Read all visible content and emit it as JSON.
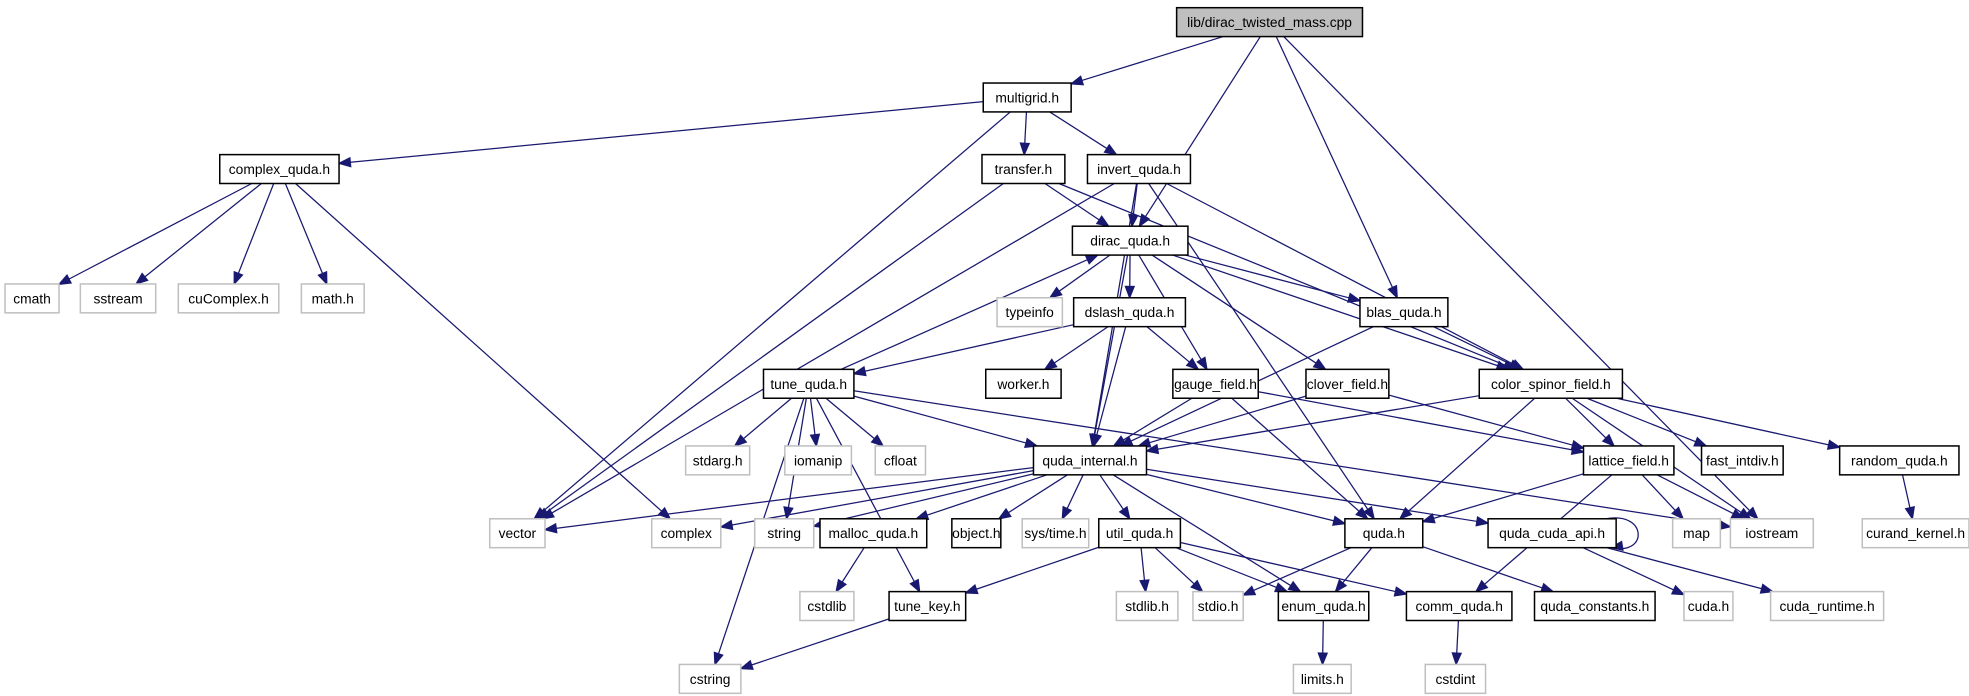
{
  "graph": {
    "edge_color": "#191970",
    "root_fill": "#bfbfbf",
    "nodes": [
      {
        "id": "root",
        "label": "lib/dirac_twisted_mass.cpp",
        "kind": "root"
      },
      {
        "id": "multigrid",
        "label": "multigrid.h",
        "kind": "doc"
      },
      {
        "id": "complex_quda",
        "label": "complex_quda.h",
        "kind": "doc"
      },
      {
        "id": "transfer",
        "label": "transfer.h",
        "kind": "doc"
      },
      {
        "id": "invert_quda",
        "label": "invert_quda.h",
        "kind": "doc"
      },
      {
        "id": "dirac_quda",
        "label": "dirac_quda.h",
        "kind": "doc"
      },
      {
        "id": "cmath",
        "label": "cmath",
        "kind": "ext"
      },
      {
        "id": "sstream",
        "label": "sstream",
        "kind": "ext"
      },
      {
        "id": "cuComplex",
        "label": "cuComplex.h",
        "kind": "ext"
      },
      {
        "id": "math",
        "label": "math.h",
        "kind": "ext"
      },
      {
        "id": "typeinfo",
        "label": "typeinfo",
        "kind": "ext"
      },
      {
        "id": "dslash_quda",
        "label": "dslash_quda.h",
        "kind": "doc"
      },
      {
        "id": "blas_quda",
        "label": "blas_quda.h",
        "kind": "doc"
      },
      {
        "id": "tune_quda",
        "label": "tune_quda.h",
        "kind": "doc"
      },
      {
        "id": "worker",
        "label": "worker.h",
        "kind": "doc"
      },
      {
        "id": "gauge_field",
        "label": "gauge_field.h",
        "kind": "doc"
      },
      {
        "id": "clover_field",
        "label": "clover_field.h",
        "kind": "doc"
      },
      {
        "id": "color_spinor_field",
        "label": "color_spinor_field.h",
        "kind": "doc"
      },
      {
        "id": "stdarg",
        "label": "stdarg.h",
        "kind": "ext"
      },
      {
        "id": "iomanip",
        "label": "iomanip",
        "kind": "ext"
      },
      {
        "id": "cfloat",
        "label": "cfloat",
        "kind": "ext"
      },
      {
        "id": "quda_internal",
        "label": "quda_internal.h",
        "kind": "doc"
      },
      {
        "id": "lattice_field",
        "label": "lattice_field.h",
        "kind": "doc"
      },
      {
        "id": "fast_intdiv",
        "label": "fast_intdiv.h",
        "kind": "doc"
      },
      {
        "id": "random_quda",
        "label": "random_quda.h",
        "kind": "doc"
      },
      {
        "id": "vector",
        "label": "vector",
        "kind": "ext"
      },
      {
        "id": "complex",
        "label": "complex",
        "kind": "ext"
      },
      {
        "id": "string",
        "label": "string",
        "kind": "ext"
      },
      {
        "id": "malloc_quda",
        "label": "malloc_quda.h",
        "kind": "doc"
      },
      {
        "id": "object",
        "label": "object.h",
        "kind": "doc"
      },
      {
        "id": "systime",
        "label": "sys/time.h",
        "kind": "ext"
      },
      {
        "id": "util_quda",
        "label": "util_quda.h",
        "kind": "doc"
      },
      {
        "id": "quda",
        "label": "quda.h",
        "kind": "doc"
      },
      {
        "id": "quda_cuda_api",
        "label": "quda_cuda_api.h",
        "kind": "doc"
      },
      {
        "id": "map",
        "label": "map",
        "kind": "ext"
      },
      {
        "id": "iostream",
        "label": "iostream",
        "kind": "ext"
      },
      {
        "id": "curand_kernel",
        "label": "curand_kernel.h",
        "kind": "ext"
      },
      {
        "id": "cstdlib",
        "label": "cstdlib",
        "kind": "ext"
      },
      {
        "id": "tune_key",
        "label": "tune_key.h",
        "kind": "doc"
      },
      {
        "id": "stdlib",
        "label": "stdlib.h",
        "kind": "ext"
      },
      {
        "id": "stdio",
        "label": "stdio.h",
        "kind": "ext"
      },
      {
        "id": "enum_quda",
        "label": "enum_quda.h",
        "kind": "doc"
      },
      {
        "id": "comm_quda",
        "label": "comm_quda.h",
        "kind": "doc"
      },
      {
        "id": "quda_constants",
        "label": "quda_constants.h",
        "kind": "doc"
      },
      {
        "id": "cuda",
        "label": "cuda.h",
        "kind": "ext"
      },
      {
        "id": "cuda_runtime",
        "label": "cuda_runtime.h",
        "kind": "ext"
      },
      {
        "id": "cstring",
        "label": "cstring",
        "kind": "ext"
      },
      {
        "id": "limits",
        "label": "limits.h",
        "kind": "ext"
      },
      {
        "id": "cstdint",
        "label": "cstdint",
        "kind": "ext"
      }
    ],
    "edges": [
      [
        "root",
        "multigrid"
      ],
      [
        "root",
        "dirac_quda"
      ],
      [
        "root",
        "blas_quda"
      ],
      [
        "root",
        "iostream"
      ],
      [
        "multigrid",
        "complex_quda"
      ],
      [
        "multigrid",
        "vector"
      ],
      [
        "multigrid",
        "transfer"
      ],
      [
        "multigrid",
        "invert_quda"
      ],
      [
        "complex_quda",
        "cmath"
      ],
      [
        "complex_quda",
        "sstream"
      ],
      [
        "complex_quda",
        "cuComplex"
      ],
      [
        "complex_quda",
        "math"
      ],
      [
        "complex_quda",
        "complex"
      ],
      [
        "transfer",
        "vector"
      ],
      [
        "transfer",
        "dirac_quda"
      ],
      [
        "transfer",
        "color_spinor_field"
      ],
      [
        "invert_quda",
        "dirac_quda"
      ],
      [
        "invert_quda",
        "quda_internal"
      ],
      [
        "invert_quda",
        "color_spinor_field"
      ],
      [
        "invert_quda",
        "quda"
      ],
      [
        "invert_quda",
        "vector"
      ],
      [
        "dirac_quda",
        "typeinfo"
      ],
      [
        "dirac_quda",
        "dslash_quda"
      ],
      [
        "dirac_quda",
        "blas_quda"
      ],
      [
        "dirac_quda",
        "gauge_field"
      ],
      [
        "dirac_quda",
        "clover_field"
      ],
      [
        "dirac_quda",
        "color_spinor_field"
      ],
      [
        "dirac_quda",
        "quda_internal"
      ],
      [
        "dslash_quda",
        "tune_quda"
      ],
      [
        "dslash_quda",
        "worker"
      ],
      [
        "dslash_quda",
        "gauge_field"
      ],
      [
        "dslash_quda",
        "quda_internal"
      ],
      [
        "blas_quda",
        "color_spinor_field"
      ],
      [
        "blas_quda",
        "quda_internal"
      ],
      [
        "tune_quda",
        "dirac_quda"
      ],
      [
        "tune_quda",
        "stdarg"
      ],
      [
        "tune_quda",
        "iomanip"
      ],
      [
        "tune_quda",
        "cfloat"
      ],
      [
        "tune_quda",
        "quda_internal"
      ],
      [
        "tune_quda",
        "iostream"
      ],
      [
        "tune_quda",
        "string"
      ],
      [
        "tune_quda",
        "tune_key"
      ],
      [
        "tune_quda",
        "cstring"
      ],
      [
        "gauge_field",
        "quda_internal"
      ],
      [
        "gauge_field",
        "lattice_field"
      ],
      [
        "gauge_field",
        "quda"
      ],
      [
        "clover_field",
        "quda_internal"
      ],
      [
        "clover_field",
        "lattice_field"
      ],
      [
        "color_spinor_field",
        "quda_internal"
      ],
      [
        "color_spinor_field",
        "lattice_field"
      ],
      [
        "color_spinor_field",
        "fast_intdiv"
      ],
      [
        "color_spinor_field",
        "random_quda"
      ],
      [
        "color_spinor_field",
        "quda"
      ],
      [
        "color_spinor_field",
        "iostream"
      ],
      [
        "lattice_field",
        "quda"
      ],
      [
        "lattice_field",
        "map"
      ],
      [
        "lattice_field",
        "iostream"
      ],
      [
        "lattice_field",
        "comm_quda"
      ],
      [
        "random_quda",
        "curand_kernel"
      ],
      [
        "quda_internal",
        "vector"
      ],
      [
        "quda_internal",
        "complex"
      ],
      [
        "quda_internal",
        "string"
      ],
      [
        "quda_internal",
        "malloc_quda"
      ],
      [
        "quda_internal",
        "object"
      ],
      [
        "quda_internal",
        "systime"
      ],
      [
        "quda_internal",
        "util_quda"
      ],
      [
        "quda_internal",
        "quda"
      ],
      [
        "quda_internal",
        "quda_cuda_api"
      ],
      [
        "quda_internal",
        "enum_quda"
      ],
      [
        "util_quda",
        "tune_key"
      ],
      [
        "util_quda",
        "stdlib"
      ],
      [
        "util_quda",
        "stdio"
      ],
      [
        "util_quda",
        "enum_quda"
      ],
      [
        "util_quda",
        "comm_quda"
      ],
      [
        "quda",
        "stdio"
      ],
      [
        "quda",
        "enum_quda"
      ],
      [
        "quda",
        "quda_constants"
      ],
      [
        "quda_cuda_api",
        "quda_cuda_api"
      ],
      [
        "quda_cuda_api",
        "cuda"
      ],
      [
        "quda_cuda_api",
        "cuda_runtime"
      ],
      [
        "malloc_quda",
        "cstdlib"
      ],
      [
        "tune_key",
        "cstring"
      ],
      [
        "enum_quda",
        "limits"
      ],
      [
        "comm_quda",
        "cstdint"
      ]
    ]
  }
}
